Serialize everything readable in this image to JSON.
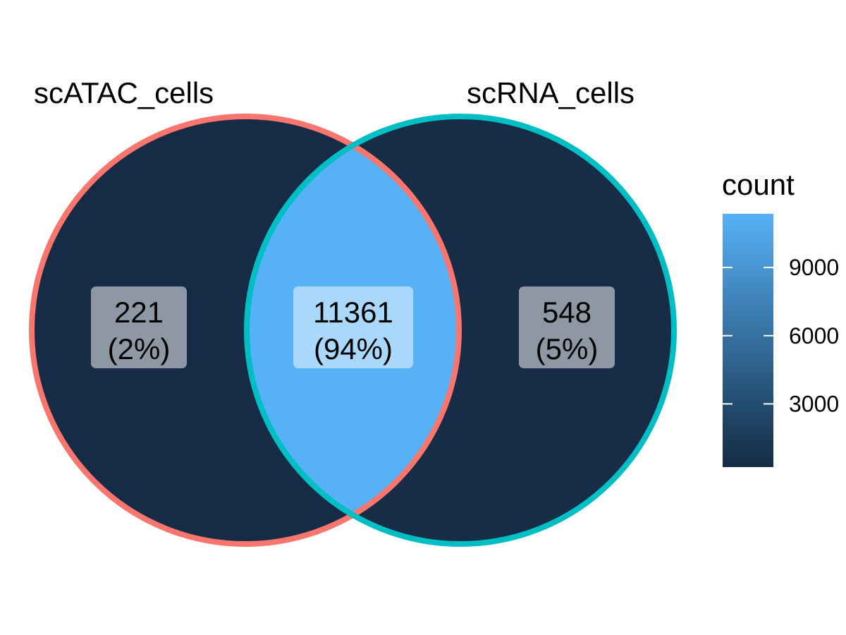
{
  "sets": [
    {
      "id": "atac",
      "label": "scATAC_cells",
      "color": "#F8766D"
    },
    {
      "id": "rna",
      "label": "scRNA_cells",
      "color": "#00BFC4"
    }
  ],
  "regions": [
    {
      "id": "atac-only",
      "count": "221",
      "percent": "(2%)",
      "value": 221
    },
    {
      "id": "both",
      "count": "11361",
      "percent": "(94%)",
      "value": 11361
    },
    {
      "id": "rna-only",
      "count": "548",
      "percent": "(5%)",
      "value": 548
    }
  ],
  "legend": {
    "title": "count",
    "ticks": [
      {
        "label": "9000",
        "value": 9000
      },
      {
        "label": "6000",
        "value": 6000
      },
      {
        "label": "3000",
        "value": 3000
      }
    ],
    "range": [
      221,
      11361
    ],
    "gradient": [
      "#132B43",
      "#56B1F7"
    ]
  }
}
